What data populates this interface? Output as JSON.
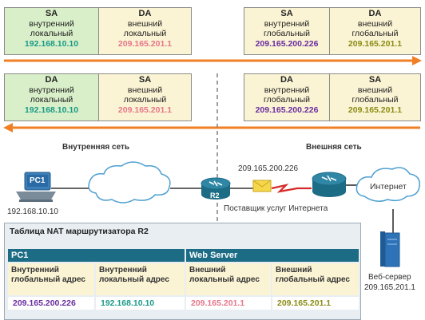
{
  "frames": {
    "top_left": {
      "sa": {
        "title": "SA",
        "line1": "внутренний",
        "line2": "локальный",
        "ip": "192.168.10.10"
      },
      "da": {
        "title": "DA",
        "line1": "внешний",
        "line2": "локальный",
        "ip": "209.165.201.1"
      }
    },
    "top_right": {
      "sa": {
        "title": "SA",
        "line1": "внутренний",
        "line2": "глобальный",
        "ip": "209.165.200.226"
      },
      "da": {
        "title": "DA",
        "line1": "внешний",
        "line2": "глобальный",
        "ip": "209.165.201.1"
      }
    },
    "bottom_left": {
      "da": {
        "title": "DA",
        "line1": "внутренний",
        "line2": "локальный",
        "ip": "192.168.10.10"
      },
      "sa": {
        "title": "SA",
        "line1": "внешний",
        "line2": "локальный",
        "ip": "209.165.201.1"
      }
    },
    "bottom_right": {
      "da": {
        "title": "DA",
        "line1": "внутренний",
        "line2": "глобальный",
        "ip": "209.165.200.226"
      },
      "sa": {
        "title": "SA",
        "line1": "внешний",
        "line2": "глобальный",
        "ip": "209.165.201.1"
      }
    }
  },
  "labels": {
    "inside_network": "Внутренняя сеть",
    "outside_network": "Внешняя сеть",
    "pc1": "PC1",
    "pc1_ip": "192.168.10.10",
    "r2": "R2",
    "r2_ip": "209.165.200.226",
    "isp": "Поставщик услуг Интернета",
    "internet": "Интернет",
    "web_server": "Веб-сервер",
    "web_server_ip": "209.165.201.1"
  },
  "nat_table": {
    "title": "Таблица NAT маршрутизатора R2",
    "groups": [
      "PC1",
      "Web Server"
    ],
    "columns": [
      {
        "header": "Внутренний глобальный адрес",
        "value": "209.165.200.226"
      },
      {
        "header": "Внутренний локальный адрес",
        "value": "192.168.10.10"
      },
      {
        "header": "Внешний локальный адрес",
        "value": "209.165.201.1"
      },
      {
        "header": "Внешний глобальный адрес",
        "value": "209.165.201.1"
      }
    ]
  },
  "colors": {
    "arrow": "#f07f25",
    "inside_local": "#1a9a86",
    "outside_local": "#e6768a",
    "inside_global": "#6a2ca0",
    "outside_global": "#8b8b14",
    "router": "#1d6c86"
  }
}
